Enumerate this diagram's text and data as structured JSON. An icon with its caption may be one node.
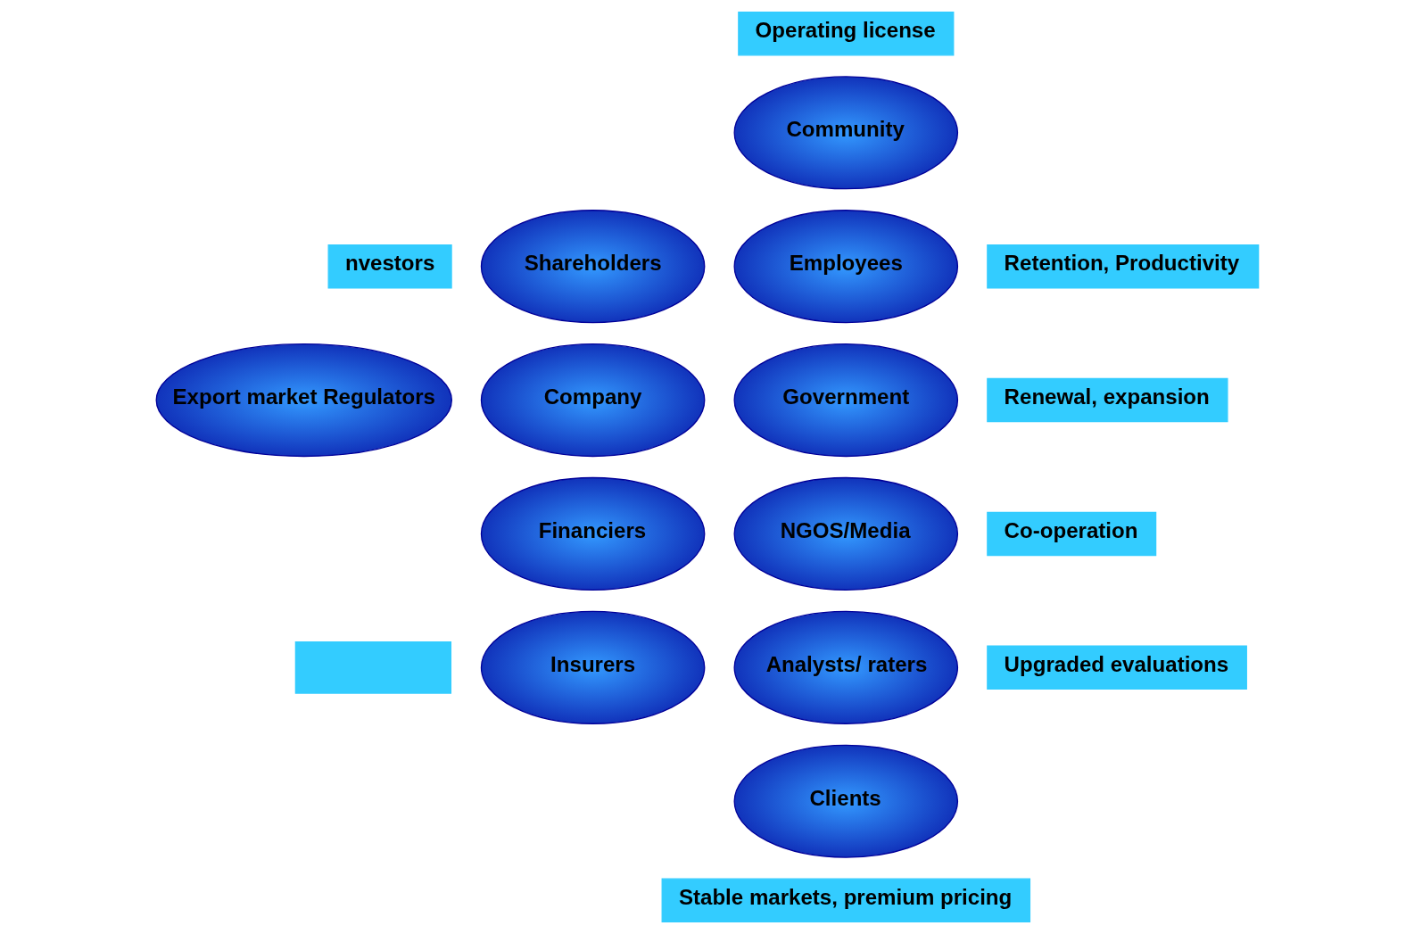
{
  "diagram": {
    "nodes": [
      {
        "text": [
          "Operating license"
        ]
      },
      {
        "text": [
          "Community"
        ]
      },
      {
        "text": [
          "nvestors"
        ]
      },
      {
        "text": [
          "Shareholders"
        ]
      },
      {
        "text": [
          "Employees"
        ]
      },
      {
        "text": [
          "Retention, Productivity"
        ]
      },
      {
        "text": [
          "Export market Regulators"
        ]
      },
      {
        "text": [
          "Company"
        ]
      },
      {
        "text": [
          "Government"
        ]
      },
      {
        "text": [
          "Renewal, expansion"
        ]
      },
      {
        "text": [
          "Financiers"
        ]
      },
      {
        "text": [
          "NGOS/Media"
        ]
      },
      {
        "text": [
          "Co-operation"
        ]
      },
      {
        "text": [],
        "shape": "box"
      },
      {
        "text": [
          "Insurers"
        ]
      },
      {
        "text": [
          "Analysts/ raters"
        ]
      },
      {
        "text": [
          "Upgraded evaluations"
        ]
      },
      {
        "text": [
          "Clients"
        ]
      },
      {
        "text": [
          "Stable markets, premium pricing"
        ]
      }
    ],
    "edges": []
  }
}
